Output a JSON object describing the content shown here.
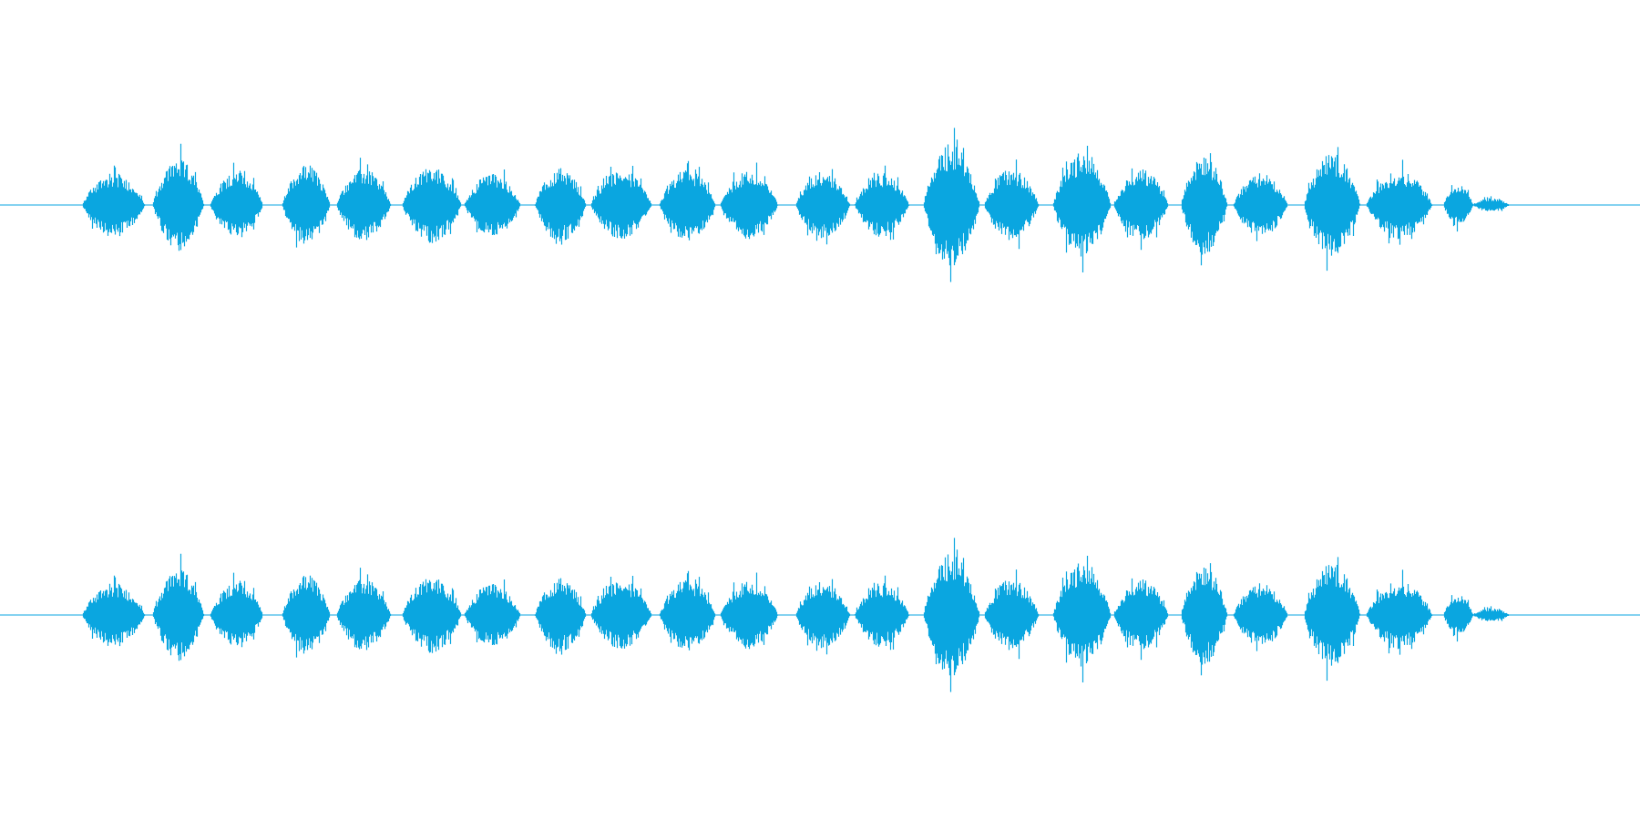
{
  "waveform": {
    "color": "#0aa6e0",
    "channels": [
      {
        "name": "top-channel"
      },
      {
        "name": "bottom-channel"
      }
    ],
    "bursts": [
      {
        "start": 0.05,
        "end": 0.088,
        "amp": 0.32
      },
      {
        "start": 0.093,
        "end": 0.124,
        "amp": 0.46
      },
      {
        "start": 0.128,
        "end": 0.16,
        "amp": 0.34
      },
      {
        "start": 0.172,
        "end": 0.201,
        "amp": 0.4
      },
      {
        "start": 0.205,
        "end": 0.238,
        "amp": 0.36
      },
      {
        "start": 0.245,
        "end": 0.281,
        "amp": 0.38
      },
      {
        "start": 0.283,
        "end": 0.317,
        "amp": 0.32
      },
      {
        "start": 0.326,
        "end": 0.357,
        "amp": 0.37
      },
      {
        "start": 0.36,
        "end": 0.397,
        "amp": 0.34
      },
      {
        "start": 0.402,
        "end": 0.436,
        "amp": 0.36
      },
      {
        "start": 0.439,
        "end": 0.474,
        "amp": 0.34
      },
      {
        "start": 0.485,
        "end": 0.518,
        "amp": 0.34
      },
      {
        "start": 0.521,
        "end": 0.554,
        "amp": 0.32
      },
      {
        "start": 0.563,
        "end": 0.597,
        "amp": 0.62
      },
      {
        "start": 0.6,
        "end": 0.633,
        "amp": 0.36
      },
      {
        "start": 0.642,
        "end": 0.677,
        "amp": 0.52
      },
      {
        "start": 0.679,
        "end": 0.712,
        "amp": 0.36
      },
      {
        "start": 0.72,
        "end": 0.748,
        "amp": 0.5
      },
      {
        "start": 0.752,
        "end": 0.785,
        "amp": 0.32
      },
      {
        "start": 0.795,
        "end": 0.829,
        "amp": 0.52
      },
      {
        "start": 0.833,
        "end": 0.873,
        "amp": 0.34
      },
      {
        "start": 0.88,
        "end": 0.898,
        "amp": 0.2
      },
      {
        "start": 0.898,
        "end": 0.92,
        "amp": 0.07
      }
    ]
  }
}
